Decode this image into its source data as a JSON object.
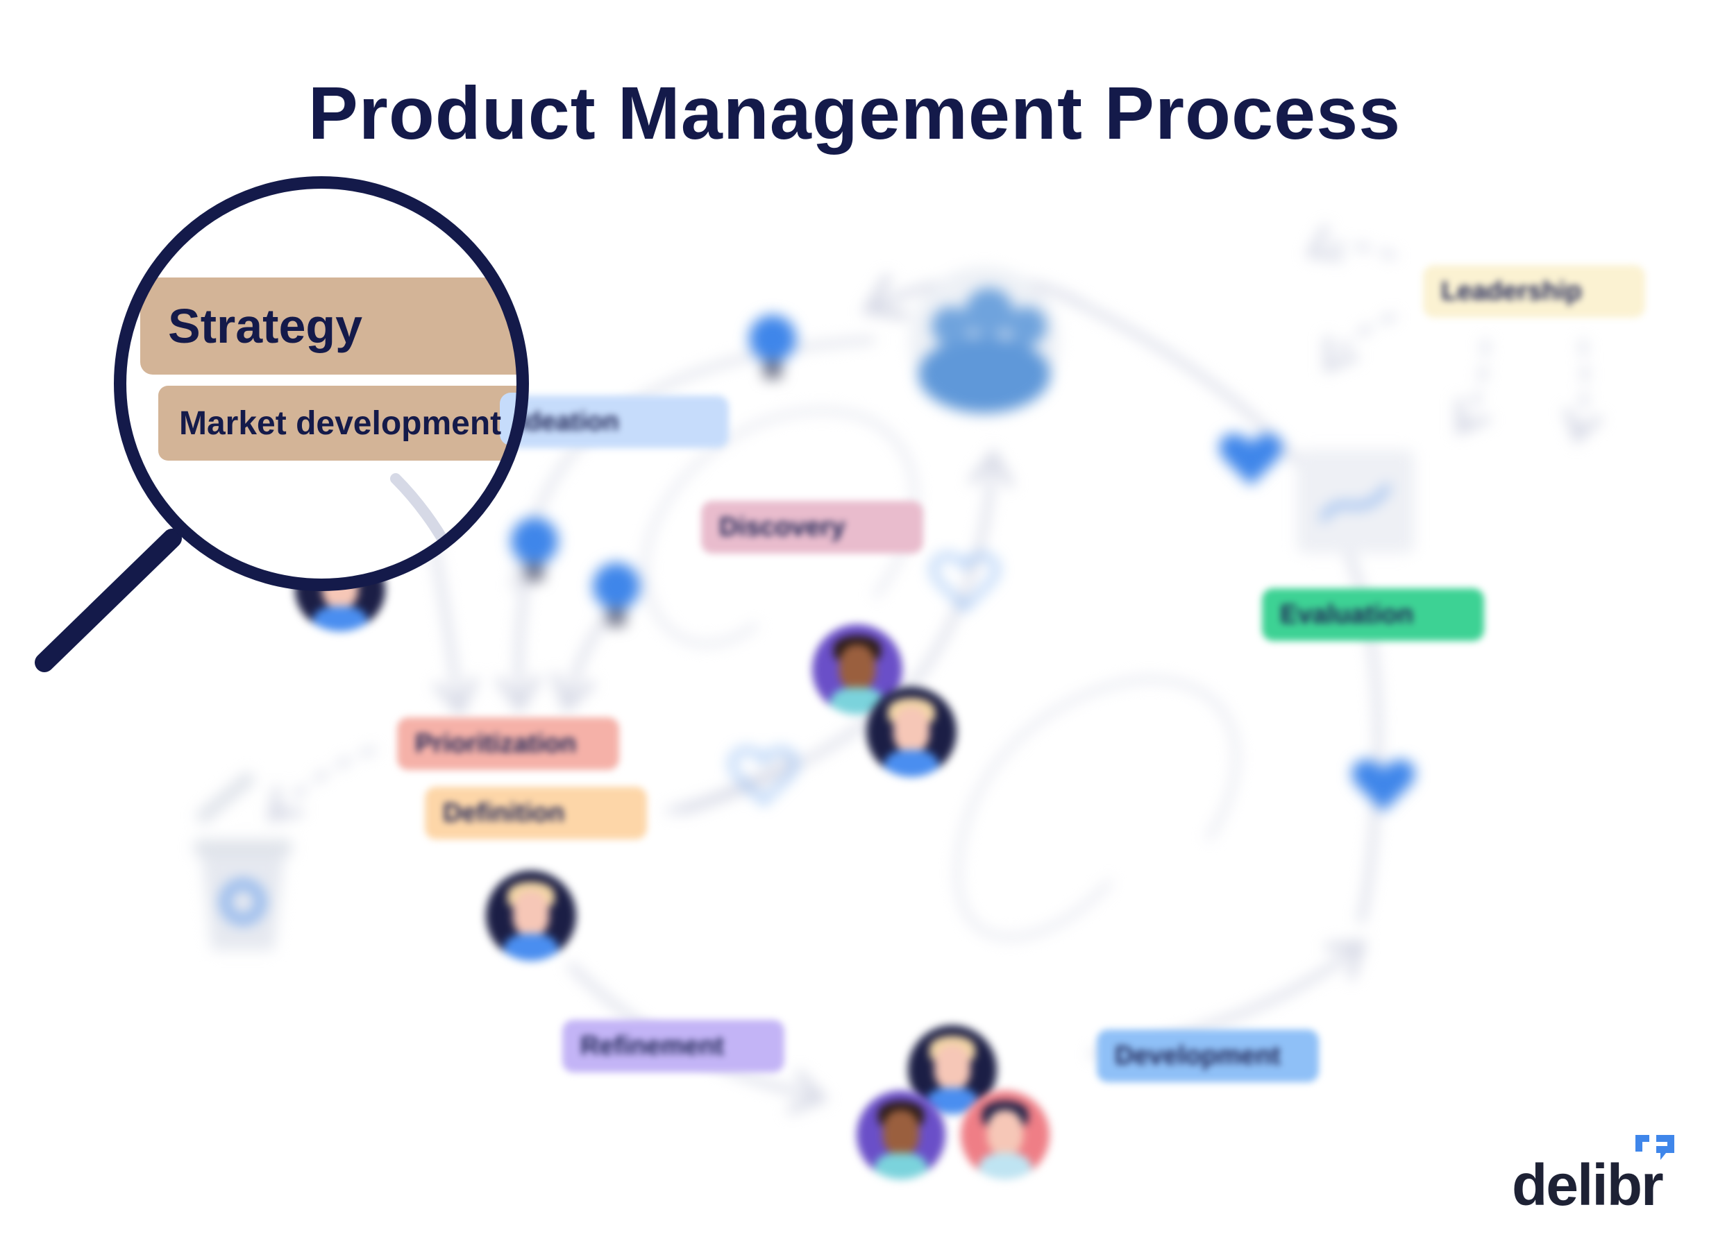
{
  "title": "Product Management Process",
  "stages": {
    "leadership": "Leadership",
    "ideation": "Ideation",
    "discovery": "Discovery",
    "prioritization": "Prioritization",
    "definition": "Definition",
    "refinement": "Refinement",
    "development": "Development",
    "evaluation": "Evaluation"
  },
  "magnifier": {
    "primary": "Strategy",
    "secondary": "Market development"
  },
  "logo": "delibr",
  "colors": {
    "title": "#141a4a",
    "leadership": "#fbf2d2",
    "ideation": "#c6dcfb",
    "discovery": "#e9bccd",
    "prioritization": "#f5b1a8",
    "definition": "#fdd6a8",
    "refinement": "#c3b4f6",
    "development": "#8fc0f7",
    "evaluation": "#3dd294",
    "strategy": "#d3b497",
    "accent_blue": "#4a8ef0",
    "arrow": "#d7d9e6"
  }
}
